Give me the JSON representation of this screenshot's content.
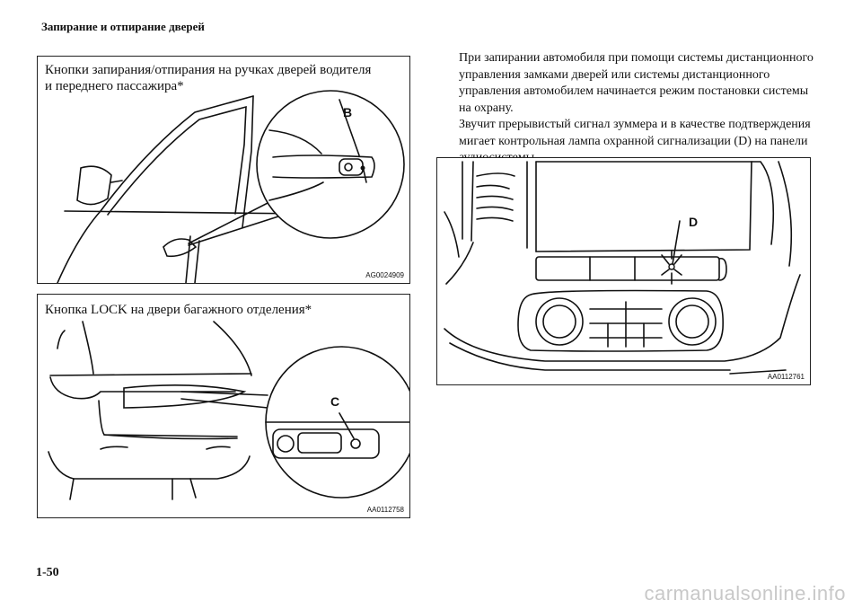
{
  "page": {
    "header": "Запирание и отпирание дверей",
    "number": "1-50",
    "watermark": "carmanualsonline.info"
  },
  "figures": {
    "door": {
      "title_line1": "Кнопки запирания/отпирания на ручках дверей водителя",
      "title_line2": "и переднего пассажира*",
      "callout": "B",
      "code": "AG0024909"
    },
    "tailgate": {
      "title": "Кнопка LOCK на двери багажного отделения*",
      "callout": "C",
      "code": "AA0112758"
    },
    "dashboard": {
      "callout": "D",
      "code": "AA0112761"
    }
  },
  "body": {
    "paragraphs": [
      "При запирании автомобиля при помощи системы дистанционного управления замками дверей или системы дистанционного управления автомобилем начинается режим постановки системы на охрану.",
      "Звучит прерывистый сигнал зуммера и в качестве подтверждения мигает контрольная лампа охранной сигнализации (D) на панели аудиосистемы."
    ]
  }
}
